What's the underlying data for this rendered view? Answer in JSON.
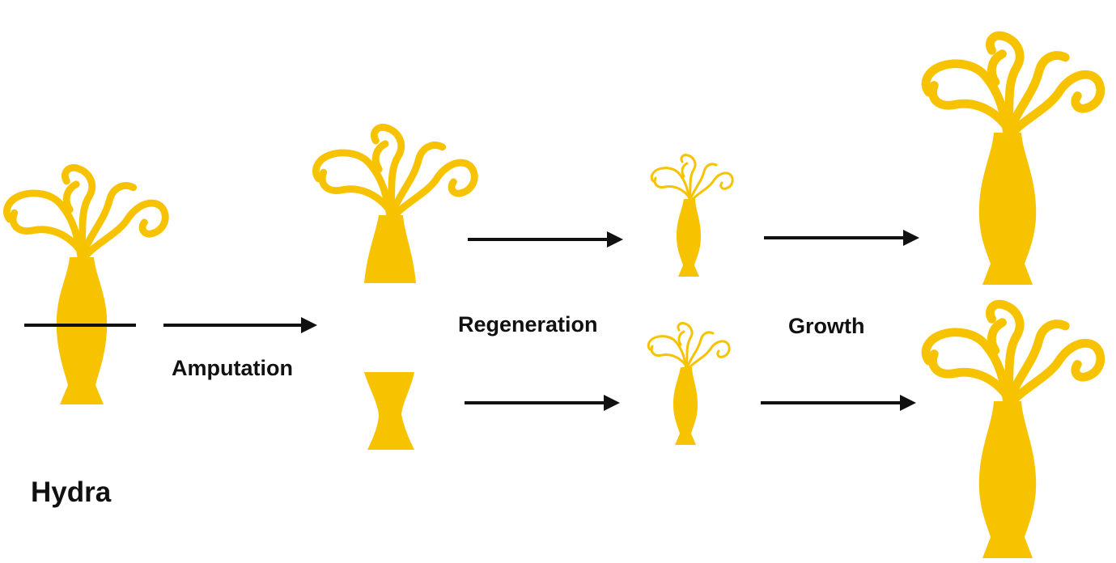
{
  "labels": {
    "hydra": "Hydra",
    "amputation": "Amputation",
    "regeneration": "Regeneration",
    "growth": "Growth"
  },
  "colors": {
    "hydra_body": "#f7c300",
    "arrow": "#111111",
    "cut_line": "#111111",
    "background": "#ffffff"
  },
  "icons": {
    "hydra": "hydra-polyp-icon",
    "arrow": "right-arrow-icon"
  }
}
